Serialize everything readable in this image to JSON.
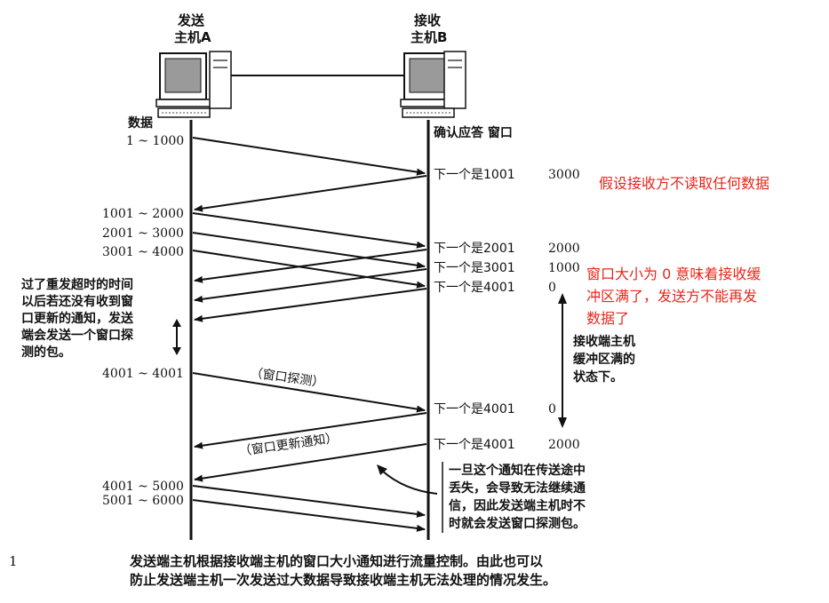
{
  "hosts": {
    "sender": {
      "line1": "发送",
      "line2": "主机A"
    },
    "receiver": {
      "line1": "接收",
      "line2": "主机B"
    }
  },
  "column_headers": {
    "sender_data": "数据",
    "receiver": "确认应答 窗口"
  },
  "sender_labels": [
    "1 ~ 1000",
    "1001 ~ 2000",
    "2001 ~ 3000",
    "3001 ~ 4000",
    "4001 ~ 4001",
    "4001 ~ 5000",
    "5001 ~ 6000"
  ],
  "receiver_labels": [
    {
      "ack": "下一个是1001",
      "window": "3000"
    },
    {
      "ack": "下一个是2001",
      "window": "2000"
    },
    {
      "ack": "下一个是3001",
      "window": "1000"
    },
    {
      "ack": "下一个是4001",
      "window": "0"
    },
    {
      "ack": "下一个是4001",
      "window": "0"
    },
    {
      "ack": "下一个是4001",
      "window": "2000"
    }
  ],
  "arrow_labels": {
    "probe": "（窗口探测）",
    "update": "（窗口更新通知）"
  },
  "notes": {
    "retransmit": "过了重发超时的时间\n以后若还没有收到窗\n口更新的通知，发送\n端会发送一个窗口探\n测的包。",
    "buffer_full": "接收端主机\n缓冲区满的\n状态下。",
    "lost": "一旦这个通知在传送途中\n丢失，会导致无法继续通\n信，因此发送端主机时不\n时就会发送窗口探测包。"
  },
  "annotations": {
    "no_read": "假设接收方不读取任何数据",
    "zero_window": "窗口大小为 0 意味着接收缓\n冲区满了，发送方不能再发\n数据了"
  },
  "figure_number": "1",
  "caption": "发送端主机根据接收端主机的窗口大小通知进行流量控制。由此也可以\n防止发送端主机一次发送过大数据导致接收端主机无法处理的情况发生。"
}
